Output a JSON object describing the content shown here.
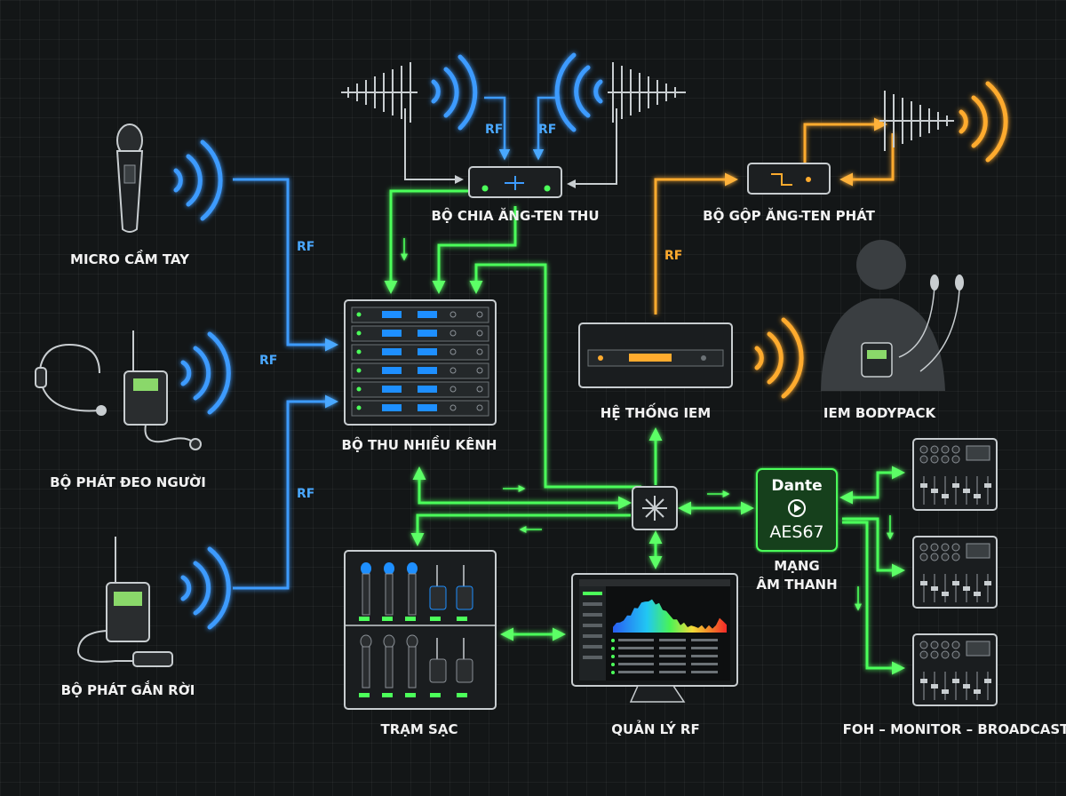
{
  "labels": {
    "handheld_mic": "MICRO CẦM TAY",
    "bodypack_tx": "BỘ PHÁT ĐEO NGƯỜI",
    "plugon_tx": "BỘ PHÁT GẮN RỜI",
    "antenna_splitter": "BỘ CHIA ĂNG-TEN THU",
    "antenna_combiner": "BỘ GỘP ĂNG-TEN PHÁT",
    "multichannel_receiver": "BỘ THU NHIỀU KÊNH",
    "iem_system": "HỆ THỐNG IEM",
    "iem_bodypack": "IEM BODYPACK",
    "audio_network_line1": "MẠNG",
    "audio_network_line2": "ÂM THANH",
    "charging_station": "TRẠM SẠC",
    "rf_management": "QUẢN LÝ RF",
    "destinations": "FOH – MONITOR – BROADCAST"
  },
  "link_labels": {
    "rf": "RF"
  },
  "network_badge": {
    "dante": "Dante",
    "aes": "AES67"
  },
  "colors": {
    "background": "#131617",
    "rf_receive": "#3d9bff",
    "rf_transmit": "#ffab2e",
    "network": "#4cff5a",
    "device_stroke": "#c8cdd0"
  }
}
